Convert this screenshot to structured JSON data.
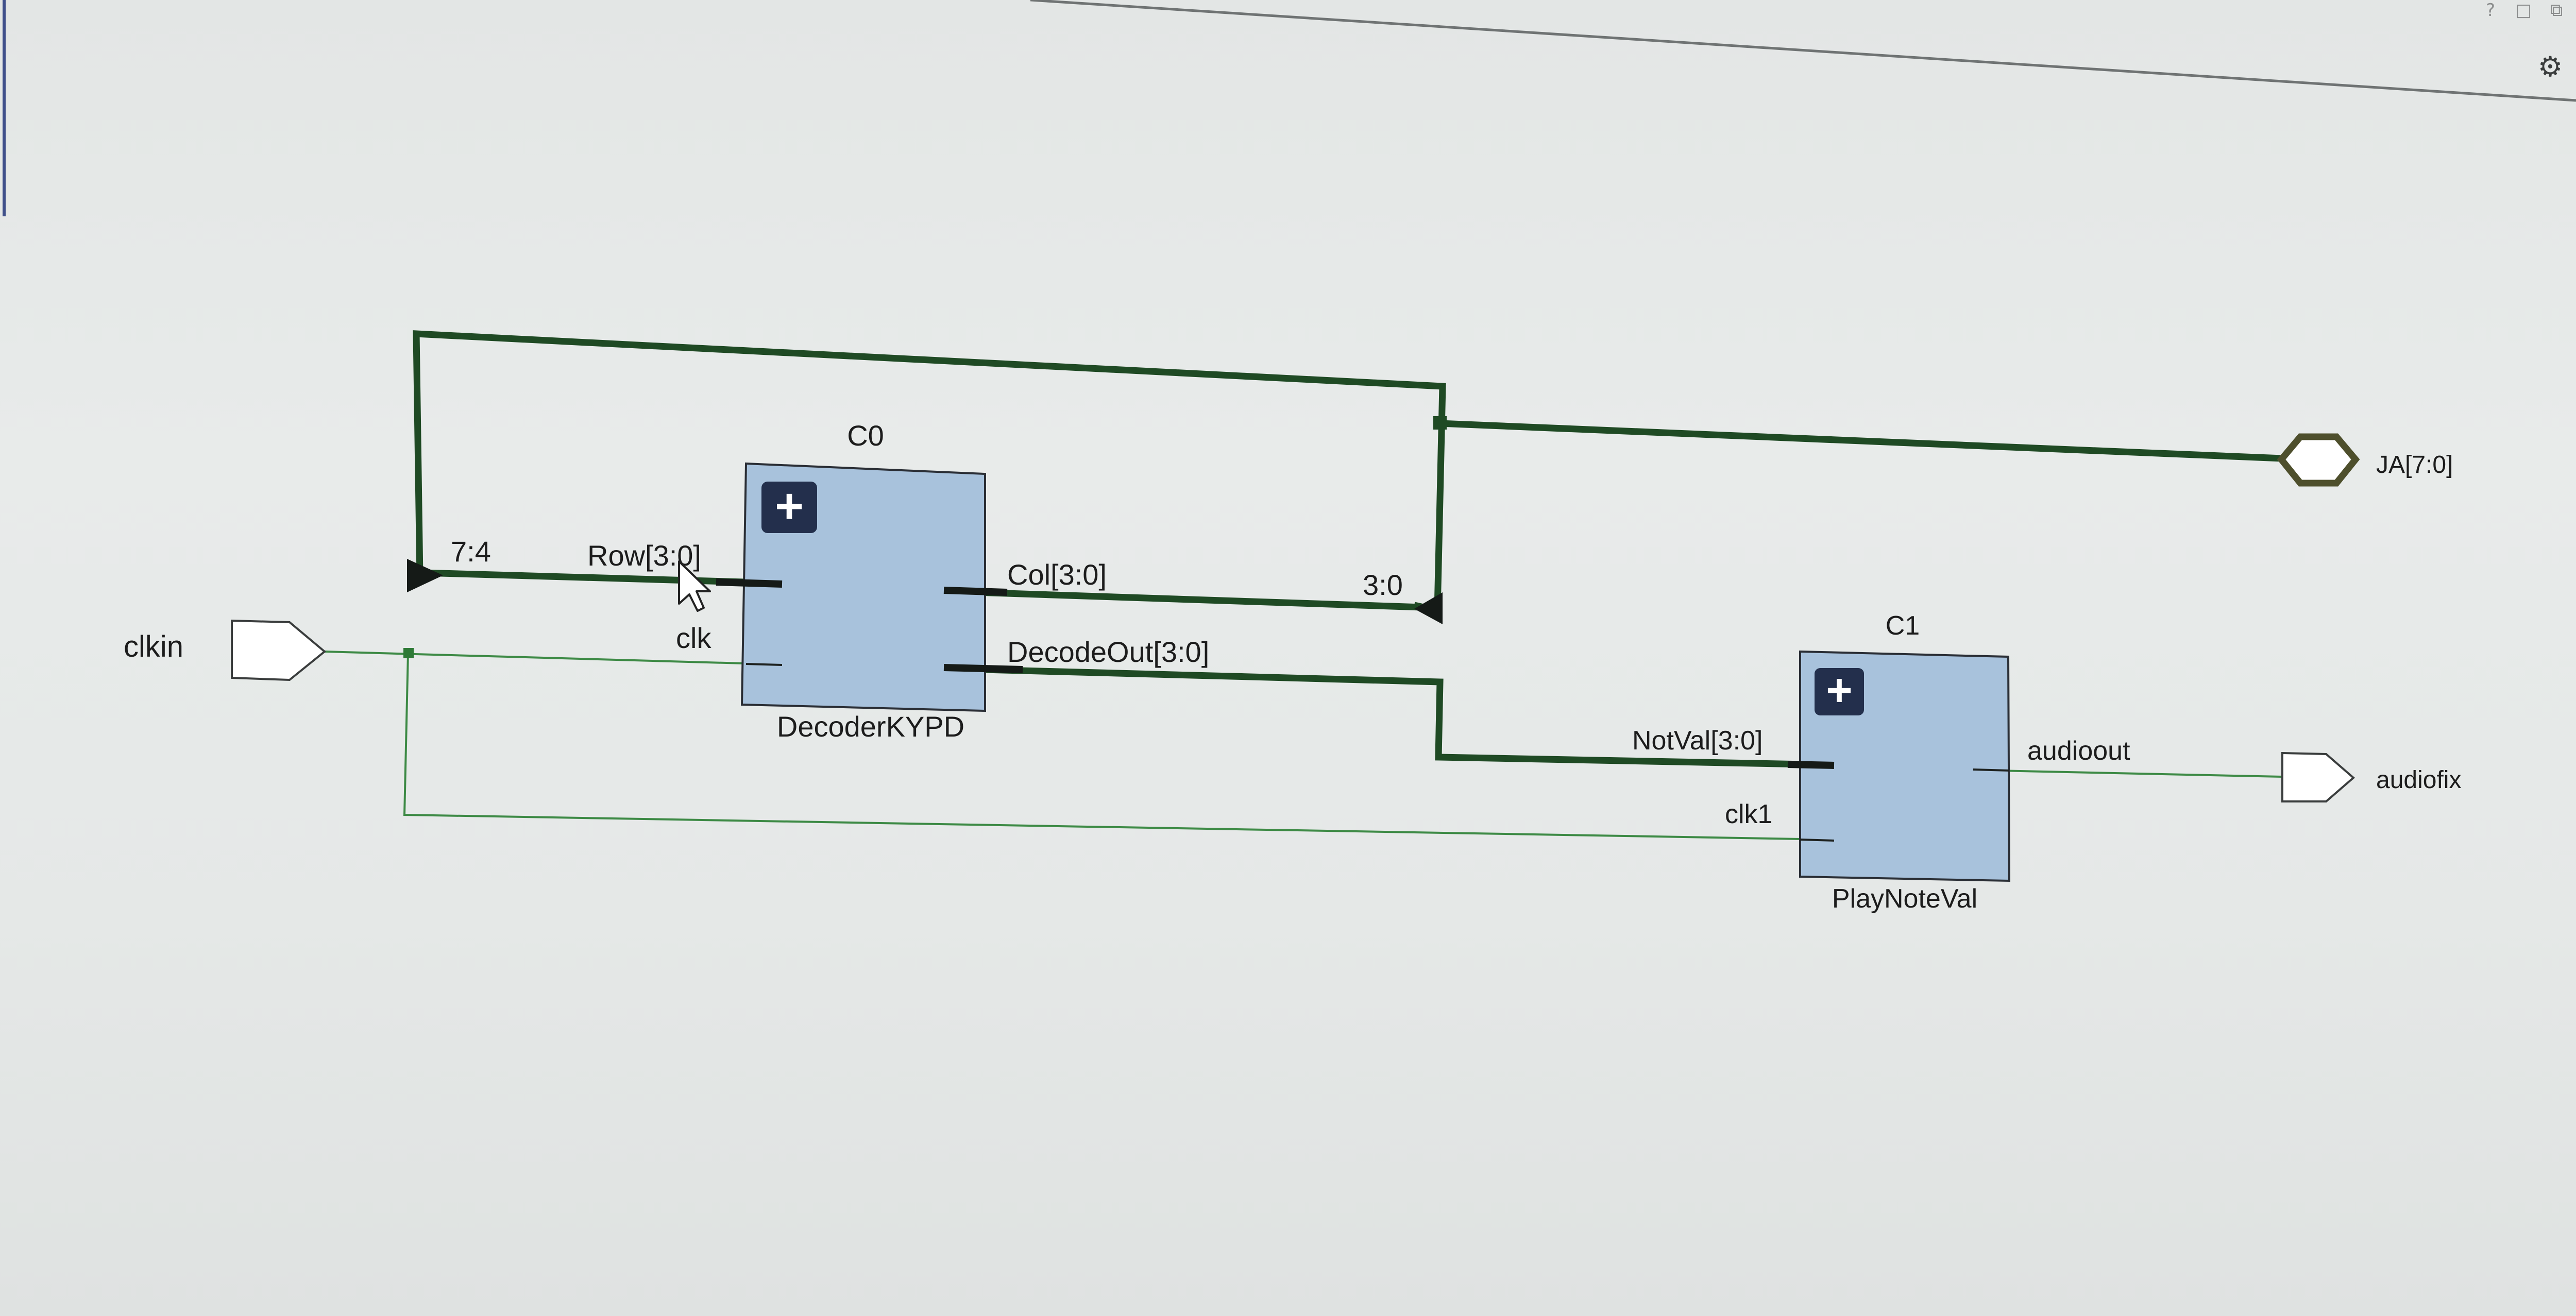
{
  "window": {
    "help_glyph": "?",
    "restore_glyph": "□",
    "maximize_glyph": "⧉",
    "settings_glyph": "⚙"
  },
  "instances": {
    "c0": {
      "name": "C0",
      "module": "DecoderKYPD",
      "expand_glyph": "+"
    },
    "c1": {
      "name": "C1",
      "module": "PlayNoteVal",
      "expand_glyph": "+"
    }
  },
  "pins": {
    "row": "Row[3:0]",
    "clk": "clk",
    "col": "Col[3:0]",
    "decodeout": "DecodeOut[3:0]",
    "notval": "NotVal[3:0]",
    "clk1": "clk1",
    "audioout": "audioout"
  },
  "ports": {
    "clkin": "clkin",
    "ja": "JA[7:0]",
    "audiofix": "audiofix"
  },
  "bus_slices": {
    "upper": "7:4",
    "lower": "3:0"
  },
  "colors": {
    "bus": "#1f4a24",
    "net": "#3d8a45",
    "block_fill": "#a8c2dc",
    "block_border": "#2a2e35",
    "expand_button": "#232f4c"
  }
}
